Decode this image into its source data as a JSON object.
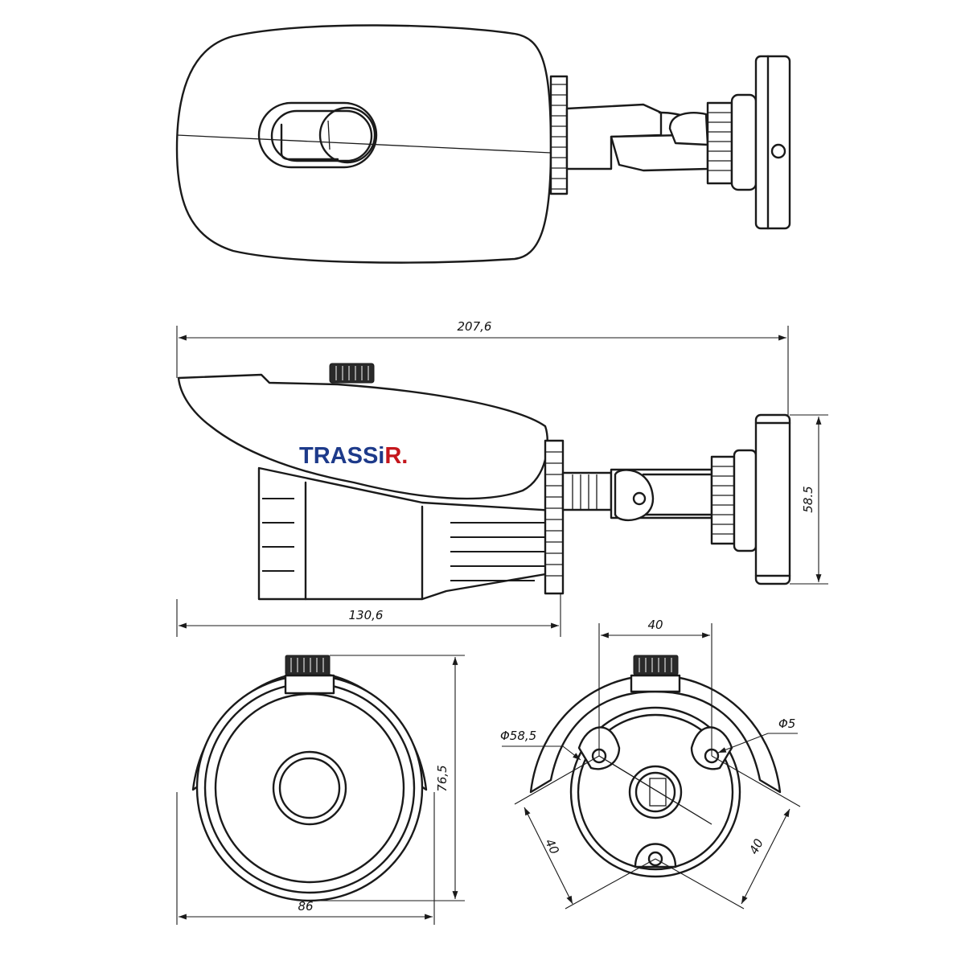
{
  "brand": {
    "logo_text_main": "TRASSi",
    "logo_text_accent": "R.",
    "logo_color": "#1d3a8a",
    "logo_accent_color": "#c4161c"
  },
  "dimensions": {
    "overall_length": "207,6",
    "housing_length": "130,6",
    "bracket_height": "58.5",
    "front_width": "86",
    "front_height": "76,5",
    "mount_hole_spacing_top": "40",
    "mount_hole_spacing_left": "40",
    "mount_hole_spacing_right": "40",
    "base_diameter": "Φ58,5",
    "hole_diameter": "Φ5"
  },
  "colors": {
    "line": "#1a1a1a",
    "background": "#ffffff"
  }
}
